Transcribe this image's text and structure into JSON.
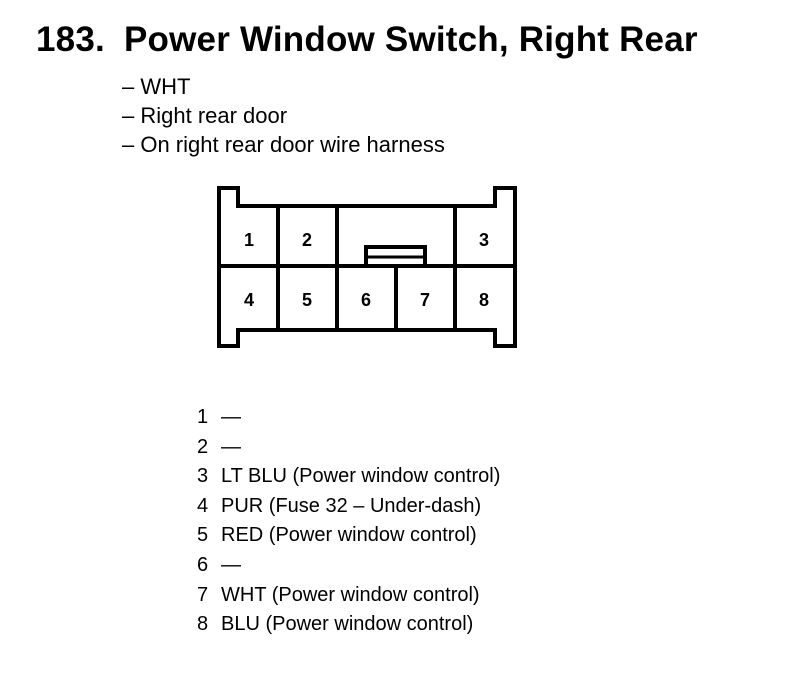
{
  "title": {
    "number": "183.",
    "text": "Power Window Switch, Right Rear"
  },
  "info": [
    "– WHT",
    "– Right rear door",
    "– On right rear door wire harness"
  ],
  "connector_pins": [
    "1",
    "2",
    "3",
    "4",
    "5",
    "6",
    "7",
    "8"
  ],
  "pins": [
    {
      "num": "1",
      "desc": "—"
    },
    {
      "num": "2",
      "desc": "—"
    },
    {
      "num": "3",
      "desc": "LT BLU (Power window control)"
    },
    {
      "num": "4",
      "desc": "PUR (Fuse 32 – Under-dash)"
    },
    {
      "num": "5",
      "desc": "RED (Power window control)"
    },
    {
      "num": "6",
      "desc": "—"
    },
    {
      "num": "7",
      "desc": "WHT (Power window control)"
    },
    {
      "num": "8",
      "desc": "BLU (Power window control)"
    }
  ]
}
